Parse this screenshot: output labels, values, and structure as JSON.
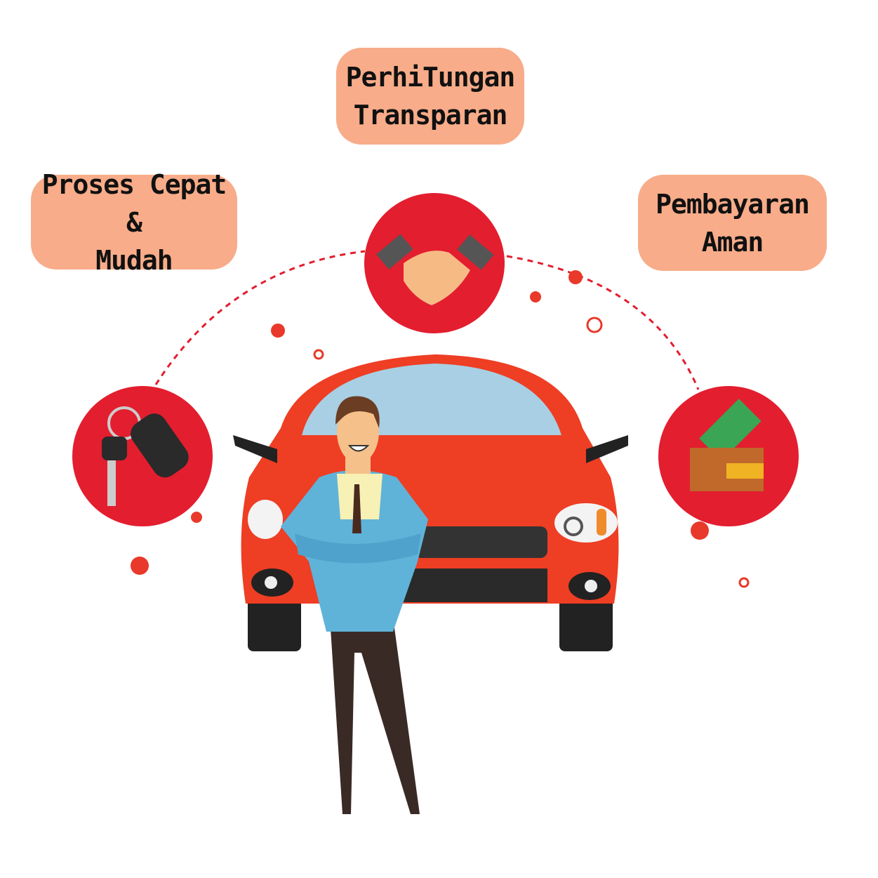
{
  "features": [
    {
      "line1": "PerhiTungan",
      "line2": "Transparan",
      "icon": "handshake-icon"
    },
    {
      "line1": "Proses Cepat &",
      "line2": "Mudah",
      "icon": "car-key-icon"
    },
    {
      "line1": "Pembayaran",
      "line2": "Aman",
      "icon": "wallet-money-icon"
    }
  ],
  "colors": {
    "label_bg": "#f8ac89",
    "circle": "#e31e2f",
    "car": "#ee3e24",
    "jacket": "#5fb3d9"
  }
}
